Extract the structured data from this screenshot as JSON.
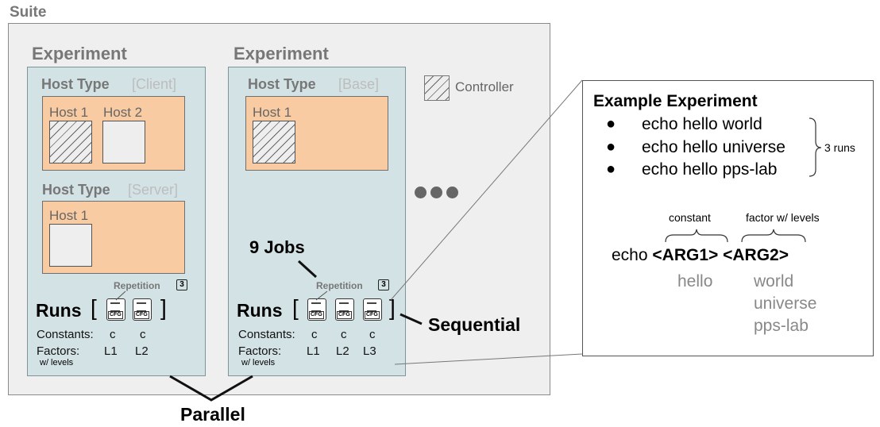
{
  "suite": {
    "label": "Suite"
  },
  "controller": {
    "label": "Controller"
  },
  "experiment_left": {
    "title": "Experiment",
    "host_type_1": {
      "label": "Host Type",
      "type": "[Client]",
      "hosts": [
        "Host 1",
        "Host 2"
      ]
    },
    "host_type_2": {
      "label": "Host Type",
      "type": "[Server]",
      "hosts": [
        "Host 1"
      ]
    },
    "repetition": {
      "label": "Repetition",
      "count": "3"
    },
    "runs": {
      "label": "Runs",
      "open": "[",
      "close": "]",
      "cfg": "CFG"
    },
    "constants": {
      "label": "Constants:",
      "values": [
        "c",
        "c"
      ]
    },
    "factors": {
      "label": "Factors:",
      "sub": "w/ levels",
      "values": [
        "L1",
        "L2"
      ]
    }
  },
  "experiment_right": {
    "title": "Experiment",
    "host_type_1": {
      "label": "Host Type",
      "type": "[Base]",
      "hosts": [
        "Host 1"
      ]
    },
    "jobs": "9 Jobs",
    "repetition": {
      "label": "Repetition",
      "count": "3"
    },
    "runs": {
      "label": "Runs",
      "open": "[",
      "close": "]",
      "cfg": "CFG"
    },
    "constants": {
      "label": "Constants:",
      "values": [
        "c",
        "c",
        "c"
      ]
    },
    "factors": {
      "label": "Factors:",
      "sub": "w/ levels",
      "values": [
        "L1",
        "L2",
        "L3"
      ]
    }
  },
  "labels": {
    "sequential": "Sequential",
    "parallel": "Parallel"
  },
  "example": {
    "title": "Example Experiment",
    "commands": [
      "echo hello world",
      "echo hello universe",
      "echo hello pps-lab"
    ],
    "runs_note": "3 runs",
    "constant_label": "constant",
    "factor_label": "factor w/ levels",
    "template": {
      "cmd": "echo",
      "arg1": "<ARG1>",
      "arg2": "<ARG2>"
    },
    "arg1_values": [
      "hello"
    ],
    "arg2_values": [
      "world",
      "universe",
      "pps-lab"
    ]
  },
  "colors": {
    "experiment_bg": "#d3e2e5",
    "host_bg": "#f8cba3",
    "suite_bg": "#efefef"
  }
}
